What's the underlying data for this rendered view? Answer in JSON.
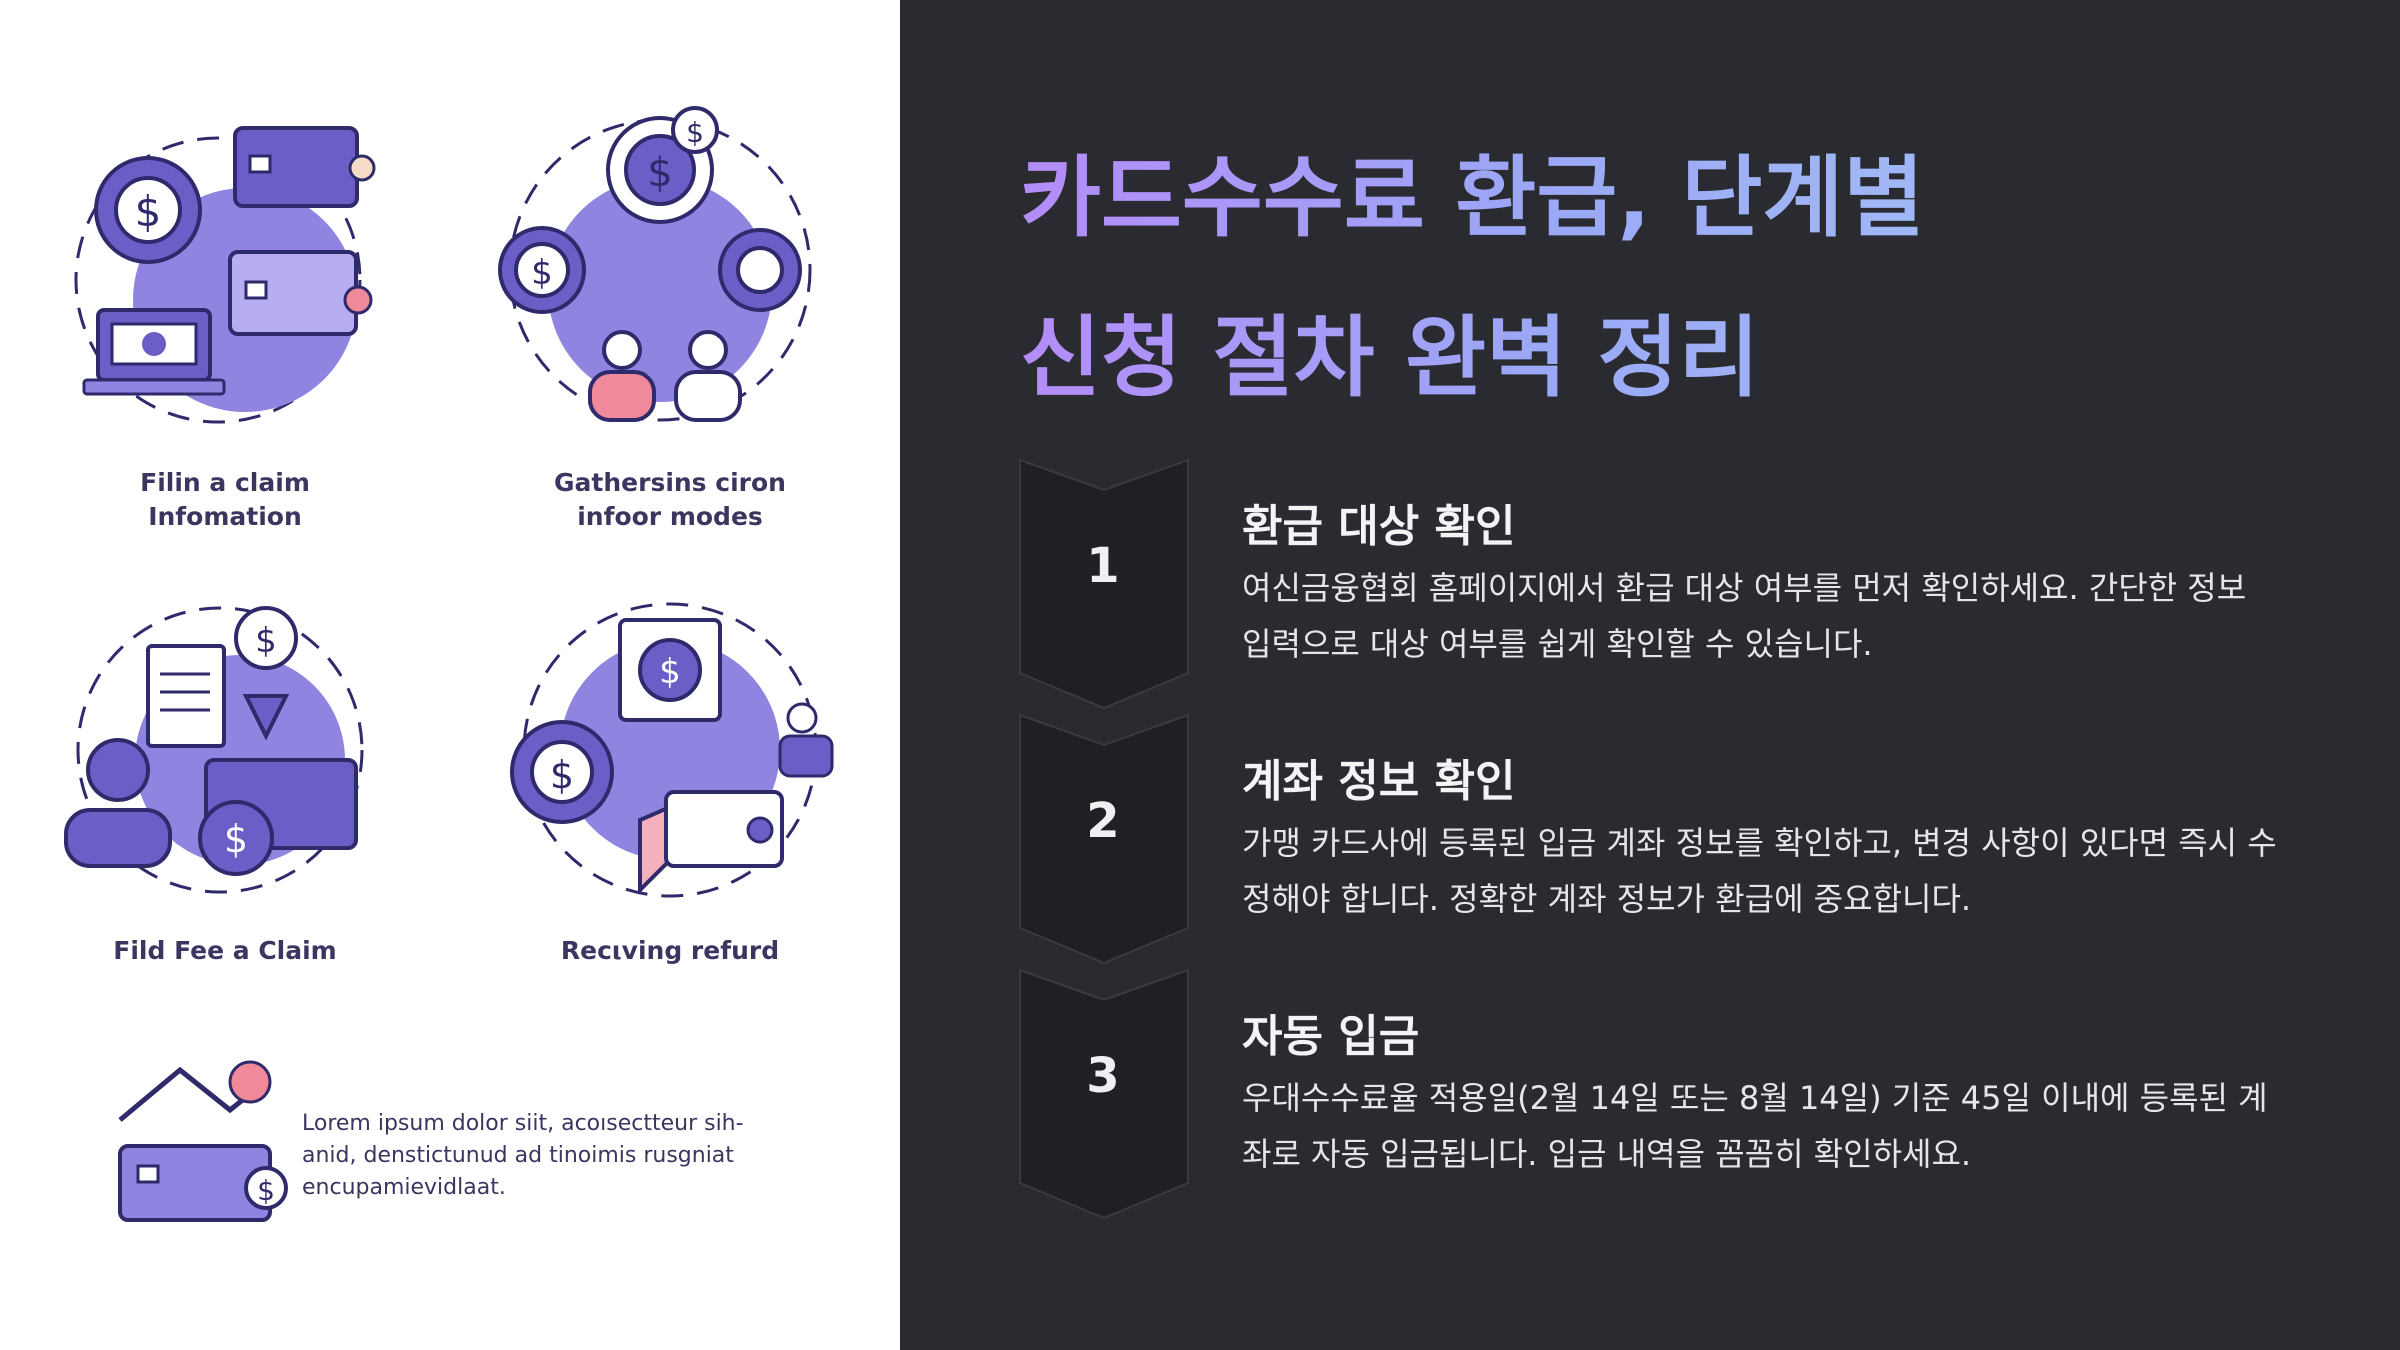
{
  "left": {
    "illustrations": [
      {
        "label": "Filin a claim\nInfomation"
      },
      {
        "label": "Gathersins ciron\ninfoor modes"
      },
      {
        "label": "Fild Fee a Claim"
      },
      {
        "label": "Recιving refurd"
      }
    ],
    "lorem": "Lorem ipsum dolor siit, acoısectteur sih-\nanid, denstictunud ad tinoimis rusgniat\nencupamievidlaat."
  },
  "title": {
    "line1": "카드수수료 환급, 단계별",
    "line2": "신청 절차 완벽 정리"
  },
  "steps": [
    {
      "number": "1",
      "title": "환급 대상 확인",
      "body": "여신금융협회 홈페이지에서 환급 대상 여부를 먼저 확인하세요. 간단한 정보 입력으로 대상 여부를 쉽게 확인할 수 있습니다."
    },
    {
      "number": "2",
      "title": "계좌 정보 확인",
      "body": "가맹 카드사에 등록된 입금 계좌 정보를 확인하고, 변경 사항이 있다면 즉시 수정해야 합니다. 정확한 계좌 정보가 환급에 중요합니다."
    },
    {
      "number": "3",
      "title": "자동 입금",
      "body": "우대수수료율 적용일(2월 14일 또는 8월 14일) 기준 45일 이내에 등록된 계좌로 자동 입금됩니다. 입금 내역을 꼼꼼히 확인하세요."
    }
  ],
  "colors": {
    "purple": "#6b5fc7",
    "light_purple": "#8f85e0",
    "navy": "#2e2a6b",
    "pink": "#f08a9a",
    "dark_bg": "#2a2b30",
    "chevron": "#1f2024"
  },
  "icons": [
    "dollar-gear-icon",
    "credit-card-icon",
    "laptop-cash-icon",
    "coin-icon",
    "people-icon",
    "document-icon",
    "person-icon",
    "hand-card-icon",
    "house-card-icon"
  ]
}
